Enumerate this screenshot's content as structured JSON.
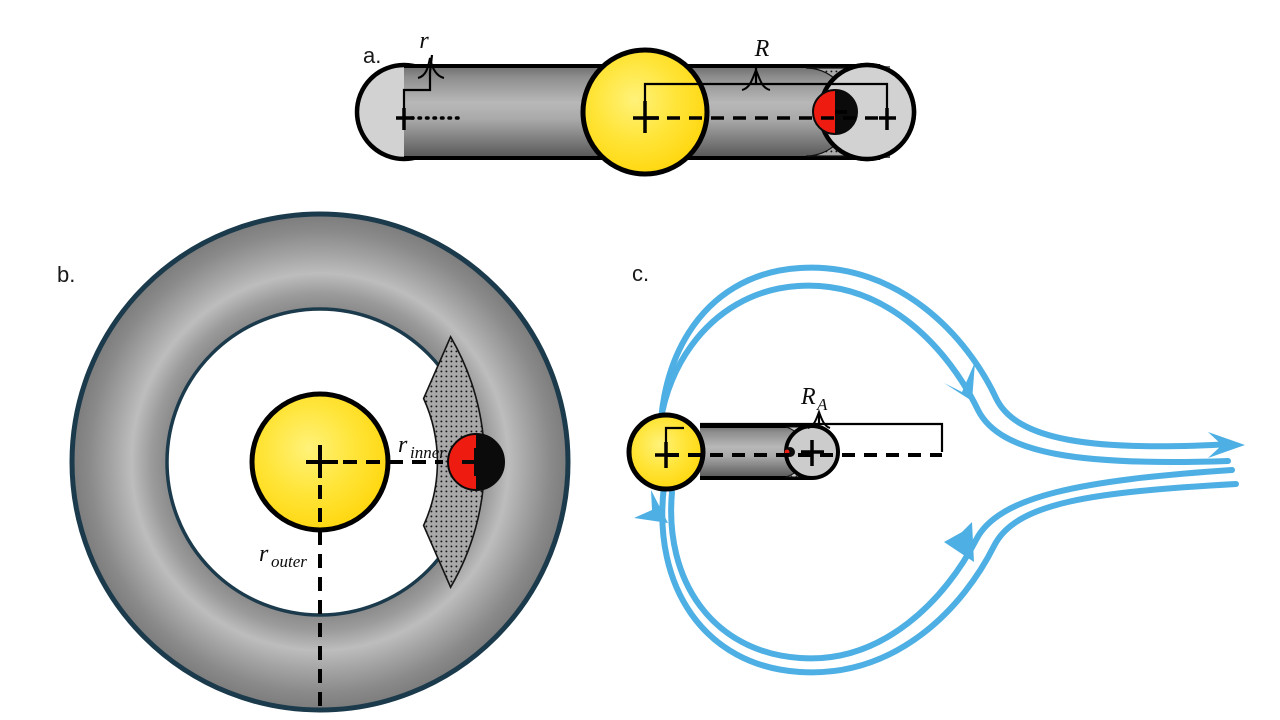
{
  "figure": {
    "title": "Accretion geometry schematic",
    "background": "#ffffff"
  },
  "palette": {
    "star_yellow_core": "#ffe94d",
    "star_yellow_edge": "#ffd400",
    "cylinder_dark": "#5a5a5a",
    "cylinder_light": "#b4b4b4",
    "end_cap_gray": "#d2d2d2",
    "stipple_gray": "#a8a8a8",
    "torus_outline": "#1b3a4b",
    "compact_black": "#0b0b0b",
    "compact_red": "#ee1b11",
    "flow_blue": "#4dafe3",
    "stroke_black": "#000000"
  },
  "panels": [
    {
      "id": "a",
      "label": "a.",
      "description": "Side view of accretion cylinder between donor star and compact object",
      "annotations": [
        {
          "name": "r",
          "text": "r",
          "sub": ""
        },
        {
          "name": "R",
          "text": "R",
          "sub": ""
        }
      ]
    },
    {
      "id": "b",
      "label": "b.",
      "description": "Face-on view of accretion torus around central star",
      "annotations": [
        {
          "name": "r_inner",
          "text": "r",
          "sub": "inner"
        },
        {
          "name": "r_outer",
          "text": "r",
          "sub": "outer"
        }
      ]
    },
    {
      "id": "c",
      "label": "c.",
      "description": "Wind accretion cylinder with Roche lobe and stream lines",
      "annotations": [
        {
          "name": "R_A",
          "text": "R",
          "sub": "A"
        }
      ]
    }
  ],
  "labels": {
    "panel_a": "a.",
    "panel_b": "b.",
    "panel_c": "c.",
    "r": "r",
    "R": "R",
    "r_inner_base": "r",
    "r_inner_sub": "inner",
    "r_outer_base": "r",
    "r_outer_sub": "outer",
    "RA_base": "R",
    "RA_sub": "A"
  }
}
